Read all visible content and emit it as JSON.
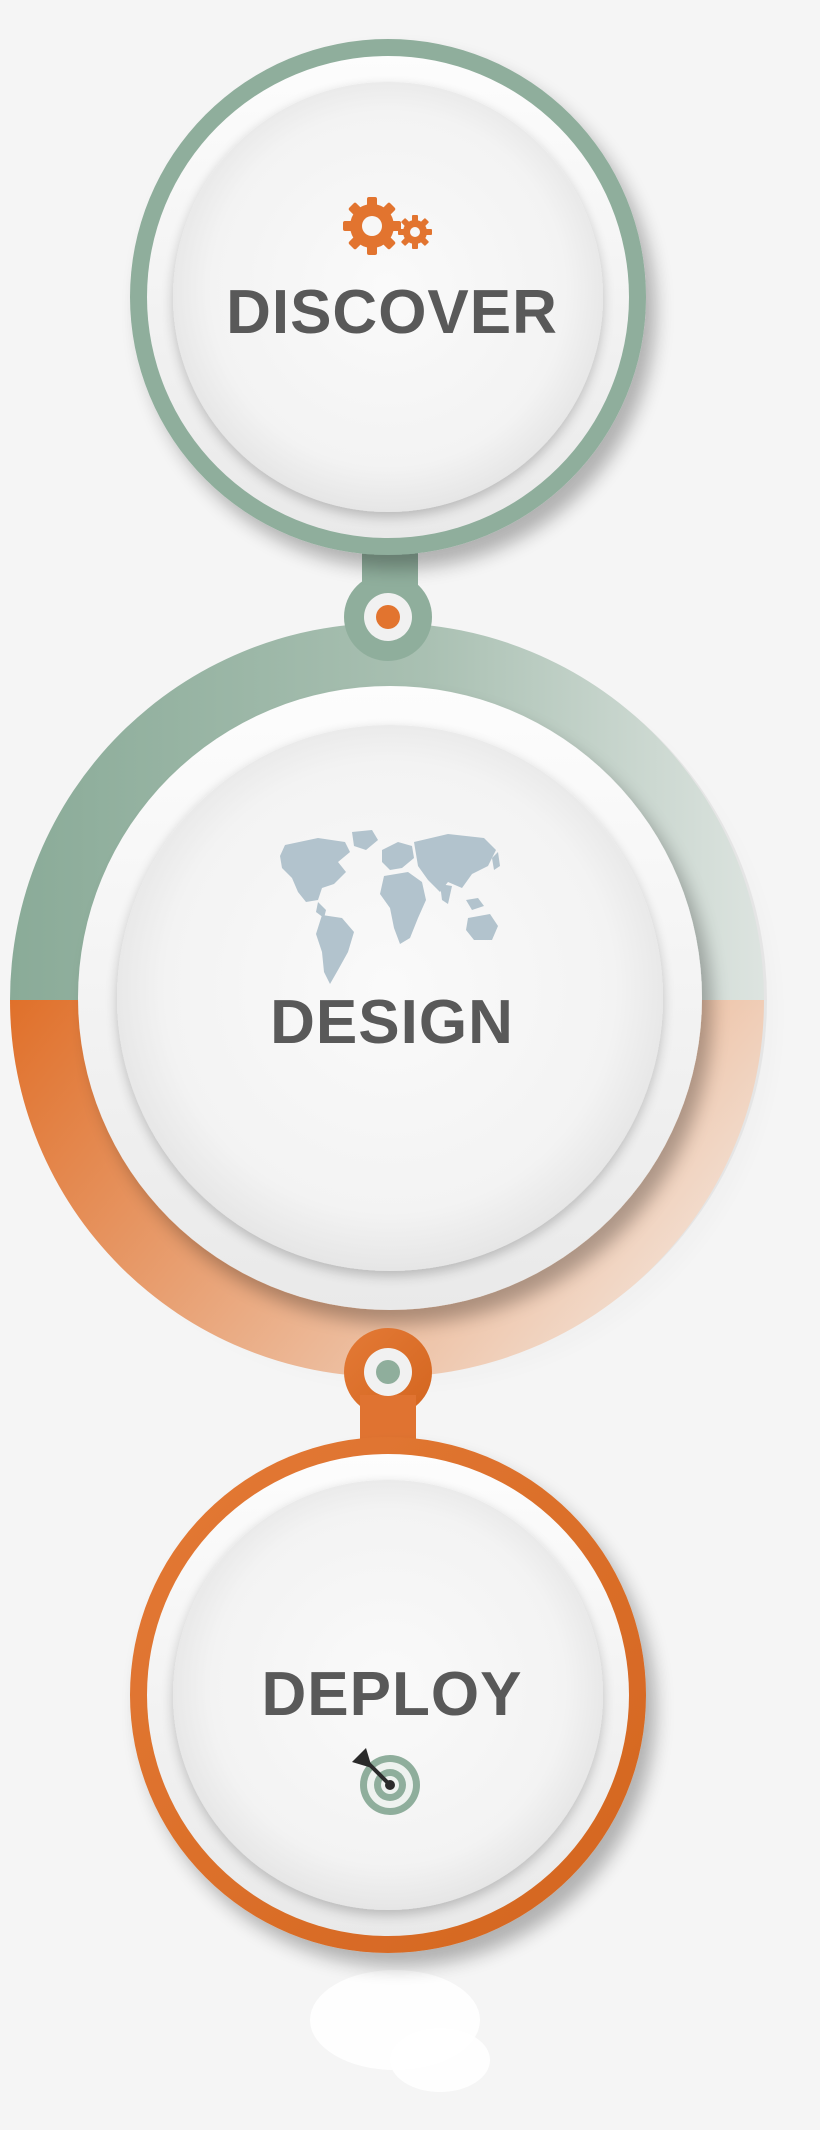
{
  "stages": [
    {
      "label": "DISCOVER",
      "icon": "gears-icon"
    },
    {
      "label": "DESIGN",
      "icon": "world-map-icon"
    },
    {
      "label": "DEPLOY",
      "icon": "target-dart-icon"
    }
  ],
  "colors": {
    "background": "#f5f5f5",
    "green": "#8fae9c",
    "green_light": "#c9d8cf",
    "orange": "#e2742f",
    "orange_light": "#efc2a4",
    "text": "#595959",
    "map": "#b2c3cd"
  }
}
